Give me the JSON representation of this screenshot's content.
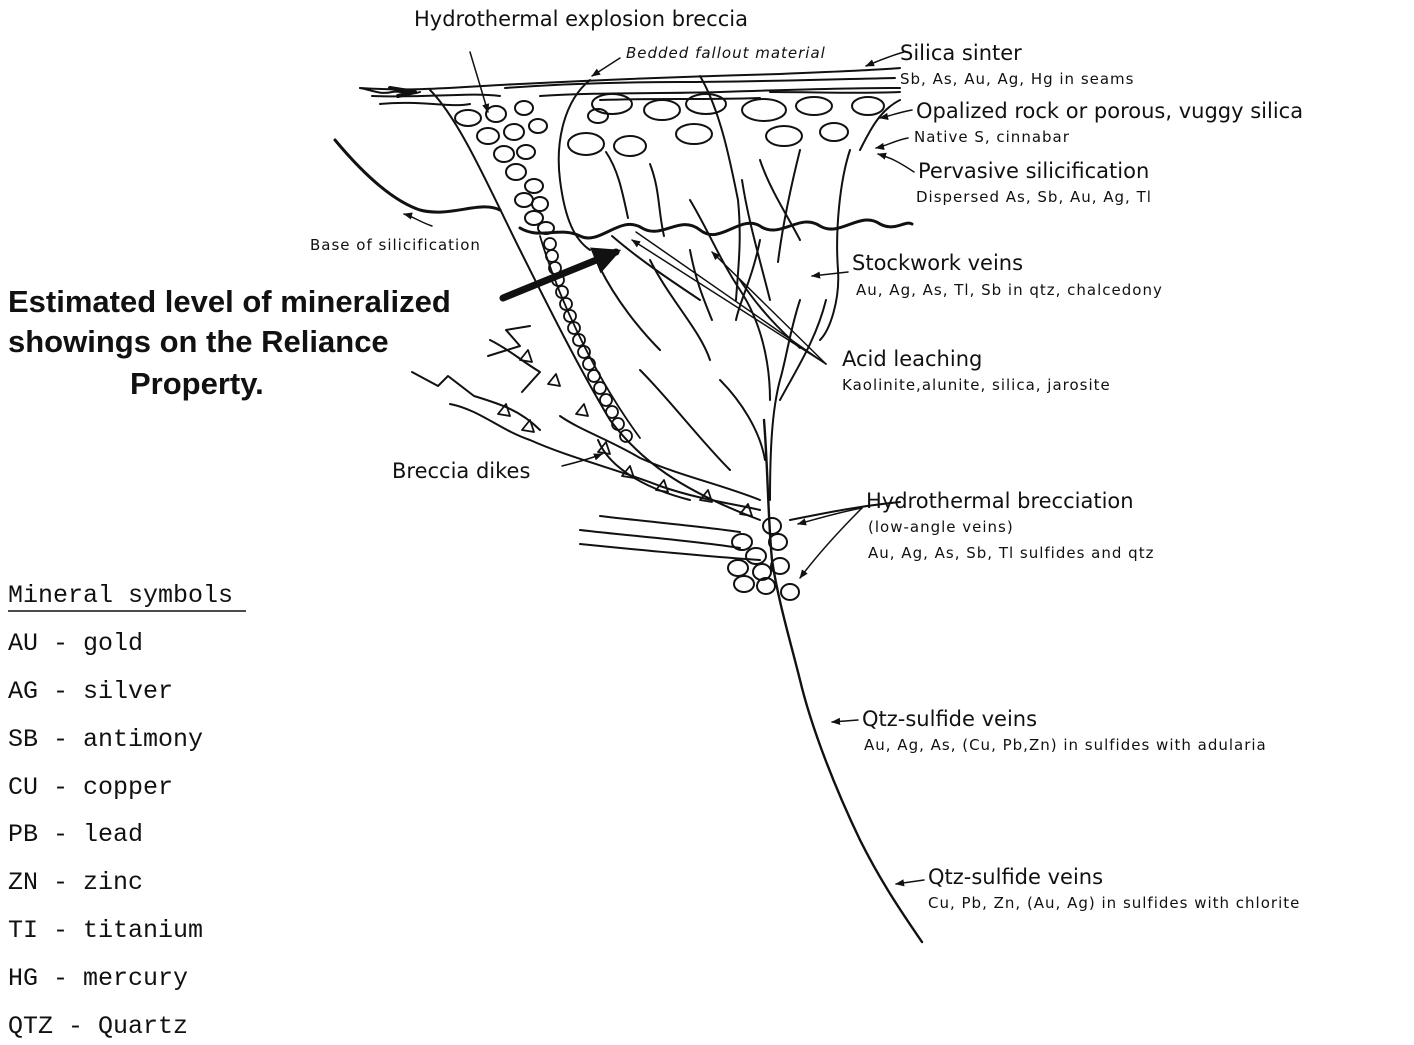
{
  "labels": {
    "hydrothermal_explosion_breccia": "Hydrothermal explosion breccia",
    "bedded_fallout": "Bedded fallout material",
    "silica_sinter": "Silica sinter",
    "silica_sinter_sub": "Sb, As, Au, Ag, Hg in seams",
    "opalized_rock": "Opalized rock or porous, vuggy silica",
    "opalized_rock_sub": "Native S, cinnabar",
    "pervasive_silicification": "Pervasive silicification",
    "pervasive_silicification_sub": "Dispersed As, Sb, Au, Ag, Tl",
    "base_of_silicification": "Base of silicification",
    "stockwork_veins": "Stockwork veins",
    "stockwork_veins_sub": "Au, Ag, As, Tl, Sb in qtz, chalcedony",
    "acid_leaching": "Acid leaching",
    "acid_leaching_sub": "Kaolinite,alunite, silica, jarosite",
    "breccia_dikes": "Breccia dikes",
    "hydrothermal_brecciation": "Hydrothermal brecciation",
    "hydrothermal_brecciation_sub1": "(low-angle veins)",
    "hydrothermal_brecciation_sub2": "Au, Ag, As, Sb, Tl sulfides and qtz",
    "qtz_sulfide_1": "Qtz-sulfide veins",
    "qtz_sulfide_1_sub": "Au, Ag, As, (Cu, Pb,Zn) in sulfides with adularia",
    "qtz_sulfide_2": "Qtz-sulfide veins",
    "qtz_sulfide_2_sub": "Cu, Pb, Zn, (Au, Ag) in sulfides with chlorite"
  },
  "callout": {
    "line1": "Estimated  level of mineralized",
    "line2": "showings on the Reliance",
    "line3": "Property."
  },
  "legend": {
    "title": "Mineral symbols",
    "items": [
      "AU - gold",
      "AG - silver",
      "SB - antimony",
      "CU - copper",
      "PB - lead",
      "ZN - zinc",
      "TI - titanium",
      "HG - mercury",
      "QTZ - Quartz"
    ]
  }
}
